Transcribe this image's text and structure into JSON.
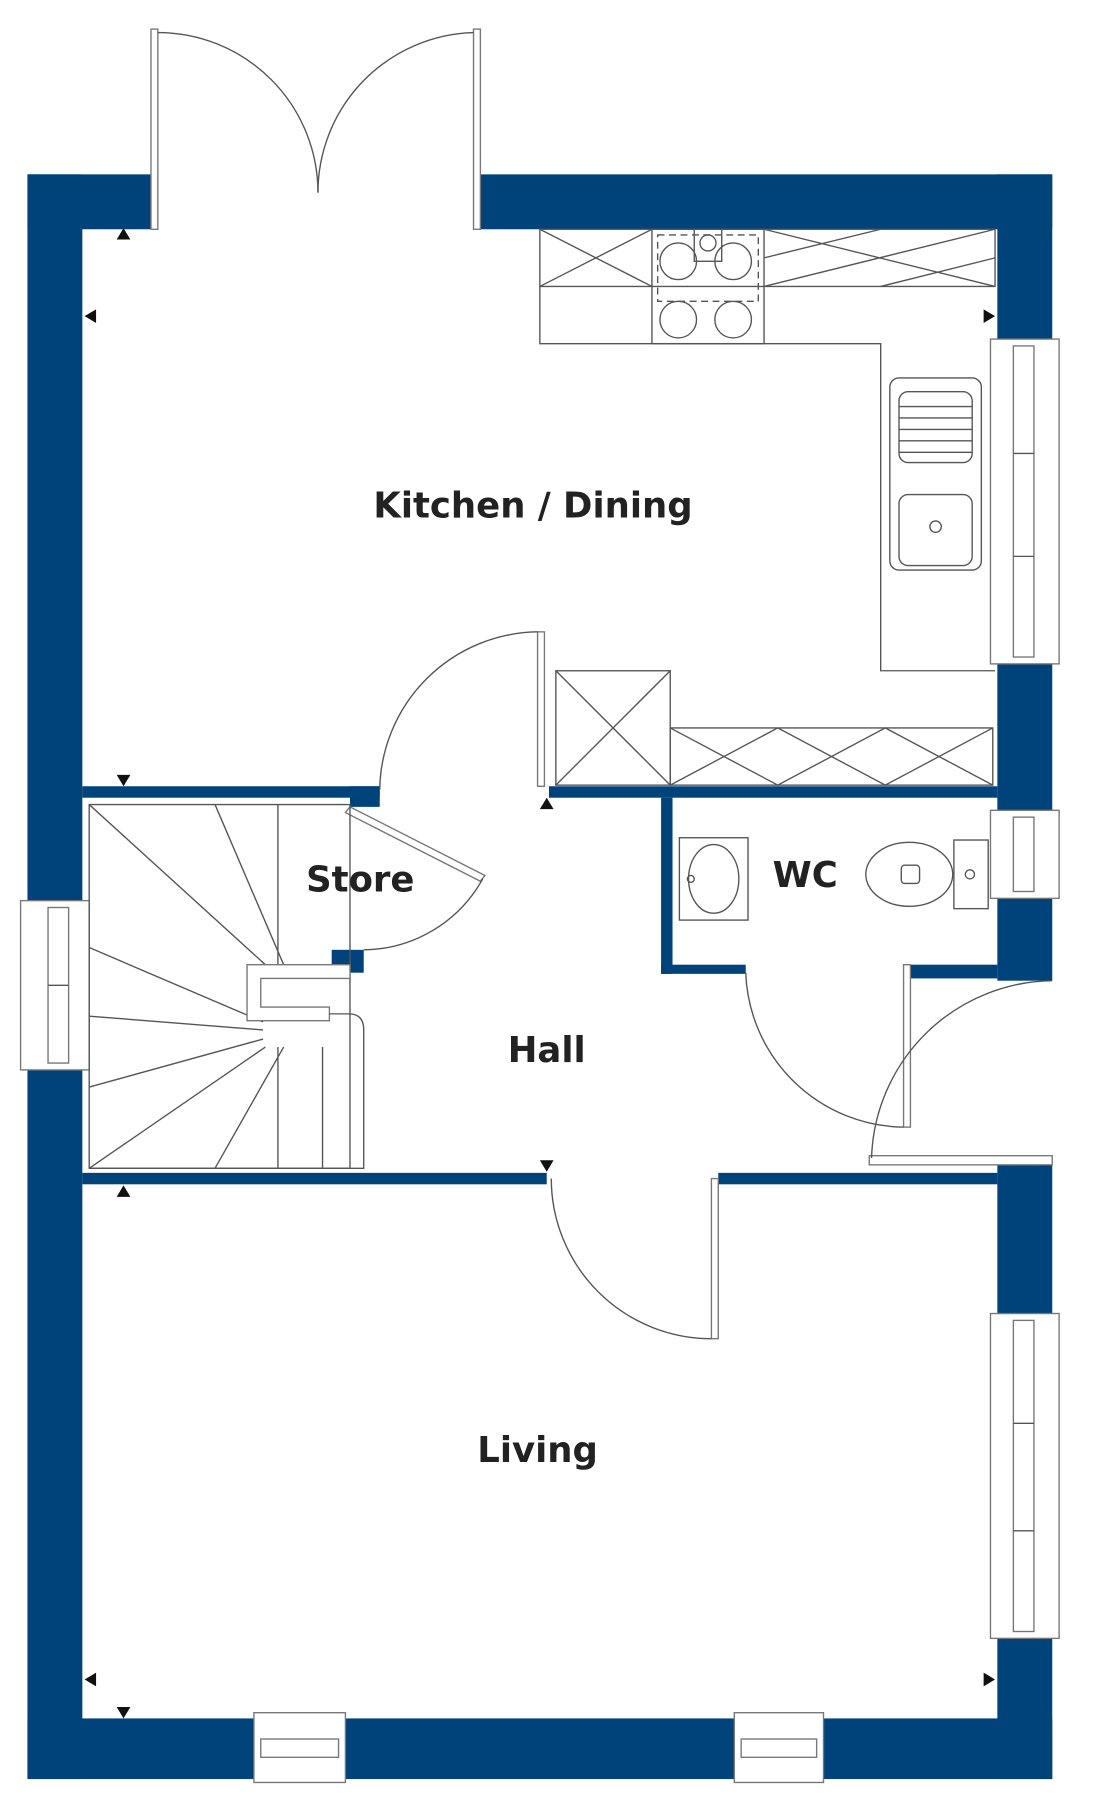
{
  "title": "Ground floor plan",
  "colors": {
    "wall": "#00427a",
    "line": "#555555",
    "text": "#222222"
  },
  "rooms": {
    "kitchen": "Kitchen / Dining",
    "store": "Store",
    "wc": "WC",
    "hall": "Hall",
    "living": "Living"
  }
}
